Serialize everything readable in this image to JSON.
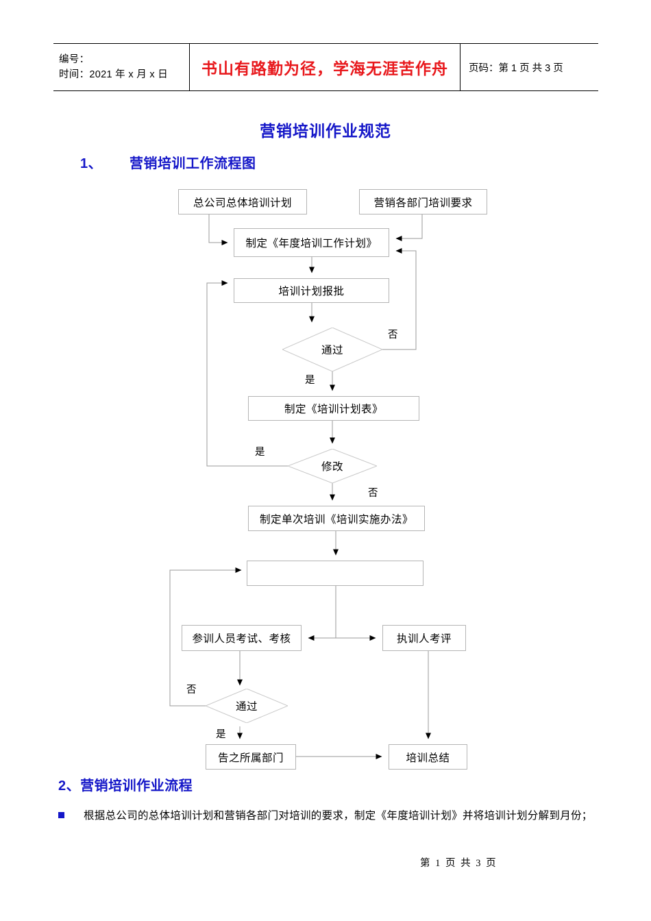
{
  "header": {
    "left_lines": [
      "编号：",
      "时间：2021 年 x 月 x 日"
    ],
    "motto": "书山有路勤为径，学海无涯苦作舟",
    "motto_color": "#e8181c",
    "page_info": "页码：第 1 页  共 3 页"
  },
  "doc_title": "营销培训作业规范",
  "heading_color": "#1416c8",
  "sections": [
    {
      "number": "1、",
      "title": "营销培训工作流程图"
    },
    {
      "number": "2、",
      "title": "营销培训作业流程"
    }
  ],
  "chart_data": {
    "type": "diagram",
    "title": "营销培训工作流程图",
    "nodes": [
      {
        "id": "n1",
        "shape": "box",
        "label": "总公司总体培训计划"
      },
      {
        "id": "n2",
        "shape": "box",
        "label": "营销各部门培训要求"
      },
      {
        "id": "n3",
        "shape": "box",
        "label": "制定《年度培训工作计划》"
      },
      {
        "id": "n4",
        "shape": "box",
        "label": "培训计划报批"
      },
      {
        "id": "d1",
        "shape": "diamond",
        "label": "通过"
      },
      {
        "id": "n5",
        "shape": "box",
        "label": "制定《培训计划表》"
      },
      {
        "id": "d2",
        "shape": "diamond",
        "label": "修改"
      },
      {
        "id": "n6",
        "shape": "box",
        "label": "制定单次培训《培训实施办法》"
      },
      {
        "id": "n7",
        "shape": "box",
        "label": ""
      },
      {
        "id": "n8",
        "shape": "box",
        "label": "参训人员考试、考核"
      },
      {
        "id": "n9",
        "shape": "box",
        "label": "执训人考评"
      },
      {
        "id": "d3",
        "shape": "diamond",
        "label": "通过"
      },
      {
        "id": "n10",
        "shape": "box",
        "label": "告之所属部门"
      },
      {
        "id": "n11",
        "shape": "box",
        "label": "培训总结"
      }
    ],
    "edge_labels": [
      {
        "id": "e1",
        "text": "否",
        "from": "d1"
      },
      {
        "id": "e2",
        "text": "是",
        "from": "d1"
      },
      {
        "id": "e3",
        "text": "是",
        "from": "d2"
      },
      {
        "id": "e4",
        "text": "否",
        "from": "d2"
      },
      {
        "id": "e5",
        "text": "否",
        "from": "d3"
      },
      {
        "id": "e6",
        "text": "是",
        "from": "d3"
      }
    ]
  },
  "body": {
    "bullet_1": "根据总公司的总体培训计划和营销各部门对培训的要求，制定《年度培训计划》并将培训计划分解到月份；"
  },
  "footer": "第 1 页 共 3 页"
}
